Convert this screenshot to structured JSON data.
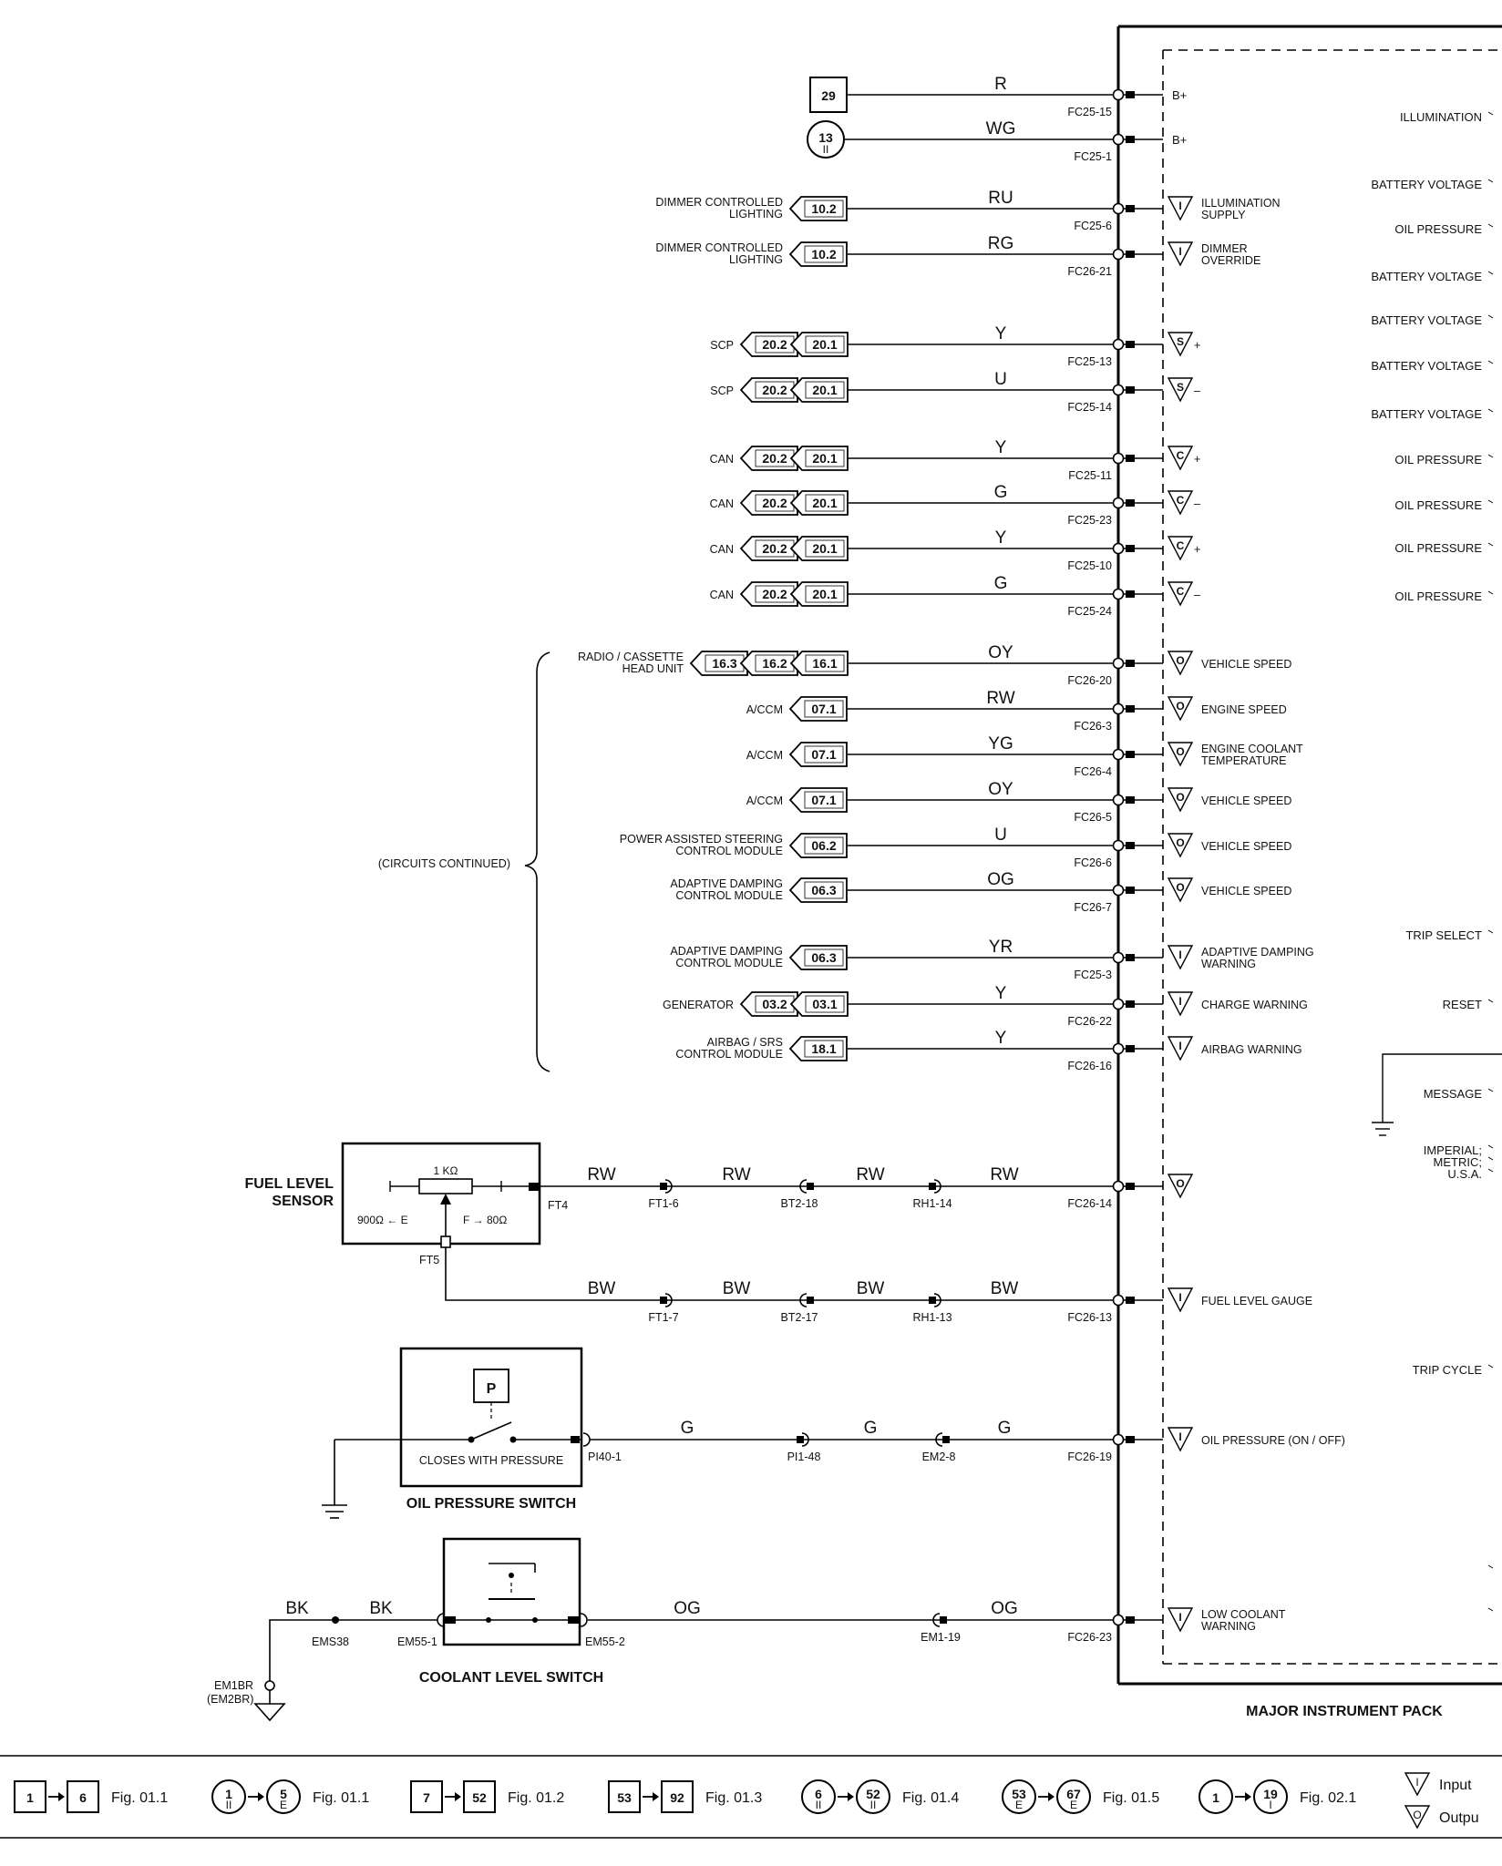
{
  "header_refs": {
    "r1": {
      "box": "29",
      "wire": "R",
      "pin": "FC25-15",
      "port": "B+"
    },
    "r2": {
      "circle": "13",
      "circle_sub": "II",
      "wire": "WG",
      "pin": "FC25-1",
      "port": "B+"
    }
  },
  "circuits": [
    {
      "label": [
        "DIMMER CONTROLLED",
        "LIGHTING"
      ],
      "refs": [
        "10.2"
      ],
      "wire": "RU",
      "pin": "FC25-6",
      "sym": "I",
      "desc": [
        "ILLUMINATION",
        "SUPPLY"
      ]
    },
    {
      "label": [
        "DIMMER CONTROLLED",
        "LIGHTING"
      ],
      "refs": [
        "10.2"
      ],
      "wire": "RG",
      "pin": "FC26-21",
      "sym": "I",
      "desc": [
        "DIMMER",
        "OVERRIDE"
      ]
    },
    {
      "label": [
        "SCP"
      ],
      "refs": [
        "20.2",
        "20.1"
      ],
      "wire": "Y",
      "pin": "FC25-13",
      "sym": "S",
      "desc": [
        "+"
      ]
    },
    {
      "label": [
        "SCP"
      ],
      "refs": [
        "20.2",
        "20.1"
      ],
      "wire": "U",
      "pin": "FC25-14",
      "sym": "S",
      "desc": [
        "–"
      ]
    },
    {
      "label": [
        "CAN"
      ],
      "refs": [
        "20.2",
        "20.1"
      ],
      "wire": "Y",
      "pin": "FC25-11",
      "sym": "C",
      "desc": [
        "+"
      ]
    },
    {
      "label": [
        "CAN"
      ],
      "refs": [
        "20.2",
        "20.1"
      ],
      "wire": "G",
      "pin": "FC25-23",
      "sym": "C",
      "desc": [
        "–"
      ]
    },
    {
      "label": [
        "CAN"
      ],
      "refs": [
        "20.2",
        "20.1"
      ],
      "wire": "Y",
      "pin": "FC25-10",
      "sym": "C",
      "desc": [
        "+"
      ]
    },
    {
      "label": [
        "CAN"
      ],
      "refs": [
        "20.2",
        "20.1"
      ],
      "wire": "G",
      "pin": "FC25-24",
      "sym": "C",
      "desc": [
        "–"
      ]
    },
    {
      "label": [
        "RADIO / CASSETTE",
        "HEAD UNIT"
      ],
      "refs": [
        "16.3",
        "16.2",
        "16.1"
      ],
      "wire": "OY",
      "pin": "FC26-20",
      "sym": "O",
      "desc": [
        "VEHICLE SPEED"
      ]
    },
    {
      "label": [
        "A/CCM"
      ],
      "refs": [
        "07.1"
      ],
      "wire": "RW",
      "pin": "FC26-3",
      "sym": "O",
      "desc": [
        "ENGINE SPEED"
      ]
    },
    {
      "label": [
        "A/CCM"
      ],
      "refs": [
        "07.1"
      ],
      "wire": "YG",
      "pin": "FC26-4",
      "sym": "O",
      "desc": [
        "ENGINE COOLANT",
        "TEMPERATURE"
      ]
    },
    {
      "label": [
        "A/CCM"
      ],
      "refs": [
        "07.1"
      ],
      "wire": "OY",
      "pin": "FC26-5",
      "sym": "O",
      "desc": [
        "VEHICLE SPEED"
      ]
    },
    {
      "label": [
        "POWER ASSISTED STEERING",
        "CONTROL MODULE"
      ],
      "refs": [
        "06.2"
      ],
      "wire": "U",
      "pin": "FC26-6",
      "sym": "O",
      "desc": [
        "VEHICLE SPEED"
      ]
    },
    {
      "label": [
        "ADAPTIVE DAMPING",
        "CONTROL MODULE"
      ],
      "refs": [
        "06.3"
      ],
      "wire": "OG",
      "pin": "FC26-7",
      "sym": "O",
      "desc": [
        "VEHICLE SPEED"
      ]
    },
    {
      "label": [
        "ADAPTIVE DAMPING",
        "CONTROL MODULE"
      ],
      "refs": [
        "06.3"
      ],
      "wire": "YR",
      "pin": "FC25-3",
      "sym": "I",
      "desc": [
        "ADAPTIVE DAMPING",
        "WARNING"
      ]
    },
    {
      "label": [
        "GENERATOR"
      ],
      "refs": [
        "03.2",
        "03.1"
      ],
      "wire": "Y",
      "pin": "FC26-22",
      "sym": "I",
      "desc": [
        "CHARGE WARNING"
      ]
    },
    {
      "label": [
        "AIRBAG / SRS",
        "CONTROL MODULE"
      ],
      "refs": [
        "18.1"
      ],
      "wire": "Y",
      "pin": "FC26-16",
      "sym": "I",
      "desc": [
        "AIRBAG WARNING"
      ]
    }
  ],
  "brace_label": "(CIRCUITS CONTINUED)",
  "right_labels": [
    "ILLUMINATION",
    "BATTERY VOLTAGE",
    "OIL PRESSURE",
    "BATTERY VOLTAGE",
    "BATTERY VOLTAGE",
    "BATTERY VOLTAGE",
    "BATTERY VOLTAGE",
    "OIL PRESSURE",
    "OIL PRESSURE",
    "OIL PRESSURE",
    "OIL PRESSURE",
    "TRIP SELECT",
    "RESET",
    "MESSAGE",
    "IMPERIAL;",
    "METRIC;",
    "U.S.A.",
    "TRIP CYCLE"
  ],
  "fuel": {
    "title": [
      "FUEL LEVEL",
      "SENSOR"
    ],
    "resistor": "1 KΩ",
    "empty": "900Ω ← E",
    "full": "F → 80Ω",
    "pin_sig": "FT4",
    "pin_gnd": "FT5",
    "sig": {
      "wires": [
        "RW",
        "RW",
        "RW",
        "RW"
      ],
      "conns": [
        "FT1-6",
        "BT2-18",
        "RH1-14"
      ],
      "pin": "FC26-14",
      "sym": "O"
    },
    "gnd": {
      "wires": [
        "BW",
        "BW",
        "BW",
        "BW"
      ],
      "conns": [
        "FT1-7",
        "BT2-17",
        "RH1-13"
      ],
      "pin": "FC26-13",
      "sym": "I",
      "desc": "FUEL LEVEL GAUGE"
    }
  },
  "oil": {
    "title": "OIL PRESSURE SWITCH",
    "p": "P",
    "note": "CLOSES WITH PRESSURE",
    "pin": "PI40-1",
    "wires": [
      "G",
      "G",
      "G"
    ],
    "conns": [
      "PI1-48",
      "EM2-8"
    ],
    "pack_pin": "FC26-19",
    "sym": "I",
    "desc": "OIL PRESSURE (ON / OFF)"
  },
  "coolant": {
    "title": "COOLANT LEVEL SWITCH",
    "pin_in": "EM55-1",
    "pin_out": "EM55-2",
    "wire_bk": [
      "BK",
      "BK"
    ],
    "splice": "EMS38",
    "ground": [
      "EM1BR",
      "(EM2BR)"
    ],
    "wires": [
      "OG",
      "OG"
    ],
    "conn": "EM1-19",
    "pack_pin": "FC26-23",
    "sym": "I",
    "desc": [
      "LOW COOLANT",
      "WARNING"
    ]
  },
  "pack_title": "MAJOR INSTRUMENT PACK",
  "legend": {
    "items": [
      {
        "a": "1",
        "a_sub": "",
        "a_type": "box",
        "b": "6",
        "b_sub": "",
        "b_type": "box",
        "fig": "Fig. 01.1"
      },
      {
        "a": "1",
        "a_sub": "II",
        "a_type": "circle",
        "b": "5",
        "b_sub": "E",
        "b_type": "circle",
        "fig": "Fig. 01.1"
      },
      {
        "a": "7",
        "a_sub": "",
        "a_type": "box",
        "b": "52",
        "b_sub": "",
        "b_type": "box",
        "fig": "Fig. 01.2"
      },
      {
        "a": "53",
        "a_sub": "",
        "a_type": "box",
        "b": "92",
        "b_sub": "",
        "b_type": "box",
        "fig": "Fig. 01.3"
      },
      {
        "a": "6",
        "a_sub": "II",
        "a_type": "circle",
        "b": "52",
        "b_sub": "II",
        "b_type": "circle",
        "fig": "Fig. 01.4"
      },
      {
        "a": "53",
        "a_sub": "E",
        "a_type": "circle",
        "b": "67",
        "b_sub": "E",
        "b_type": "circle",
        "fig": "Fig. 01.5"
      },
      {
        "a": "1",
        "a_sub": "",
        "a_type": "circle",
        "b": "19",
        "b_sub": "I",
        "b_type": "circle",
        "fig": "Fig. 02.1"
      }
    ],
    "input": "Input",
    "output": "Outpu"
  }
}
